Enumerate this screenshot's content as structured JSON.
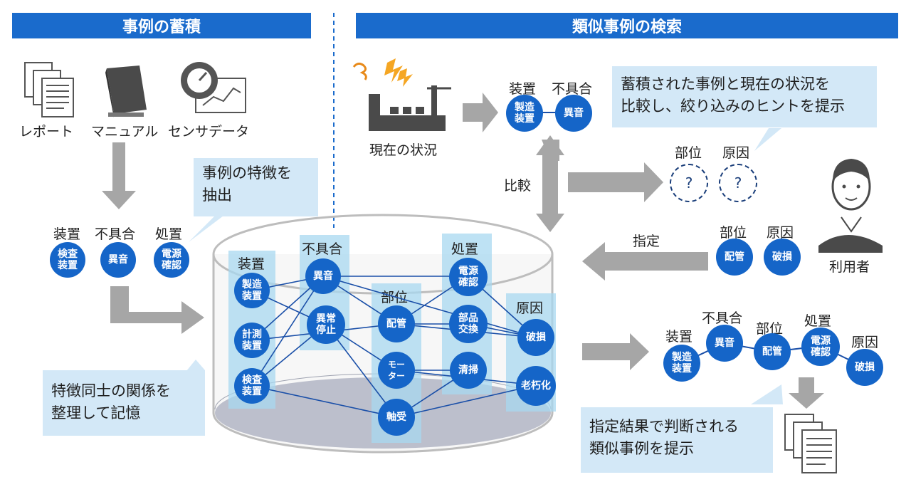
{
  "left_header": "事例の蓄積",
  "right_header": "類似事例の検索",
  "sources": [
    "レポート",
    "マニュアル",
    "センサデータ"
  ],
  "extract_callout": [
    "事例の特徴を",
    "抽出"
  ],
  "left_features": {
    "labels": [
      "装置",
      "不具合",
      "処置"
    ],
    "nodes": [
      "検査装置",
      "異音",
      "電源確認"
    ]
  },
  "memory_callout": [
    "特徴同士の関係を",
    "整理して記憶"
  ],
  "db": {
    "columns": [
      "装置",
      "不具合",
      "部位",
      "処置",
      "原因"
    ],
    "nodes": {
      "n1": "製造装置",
      "n2": "計測装置",
      "n3": "検査装置",
      "n4": "異音",
      "n5": "異常停止",
      "n6": "配管",
      "n7": "モーター",
      "n8": "軸受",
      "n9": "電源確認",
      "n10": "部品交換",
      "n11": "清掃",
      "n12": "破損",
      "n13": "老朽化"
    }
  },
  "current_status_label": "現在の状況",
  "current_features": {
    "labels": [
      "装置",
      "不具合"
    ],
    "nodes": [
      "製造装置",
      "異音"
    ]
  },
  "hint_callout": [
    "蓄積された事例と現在の状況を",
    "比較し、絞り込みのヒントを提示"
  ],
  "unknown": {
    "labels": [
      "部位",
      "原因"
    ],
    "mark": "?"
  },
  "compare_label": "比較",
  "specify_label": "指定",
  "user_selection": {
    "labels": [
      "部位",
      "原因"
    ],
    "nodes": [
      "配管",
      "破損"
    ]
  },
  "user_label": "利用者",
  "result": {
    "labels": [
      "装置",
      "不具合",
      "部位",
      "処置",
      "原因"
    ],
    "nodes": [
      "製造装置",
      "異音",
      "配管",
      "電源確認",
      "破損"
    ]
  },
  "result_callout": [
    "指定結果で判断される",
    "類似事例を提示"
  ],
  "colors": {
    "accent": "#1a6bcc",
    "node": "#1565c8",
    "callout": "#d3e8f7",
    "arrow": "#a6a6a6"
  },
  "icons": [
    "document-icon",
    "manual-icon",
    "sensor-gauge-icon",
    "factory-icon",
    "user-icon"
  ]
}
